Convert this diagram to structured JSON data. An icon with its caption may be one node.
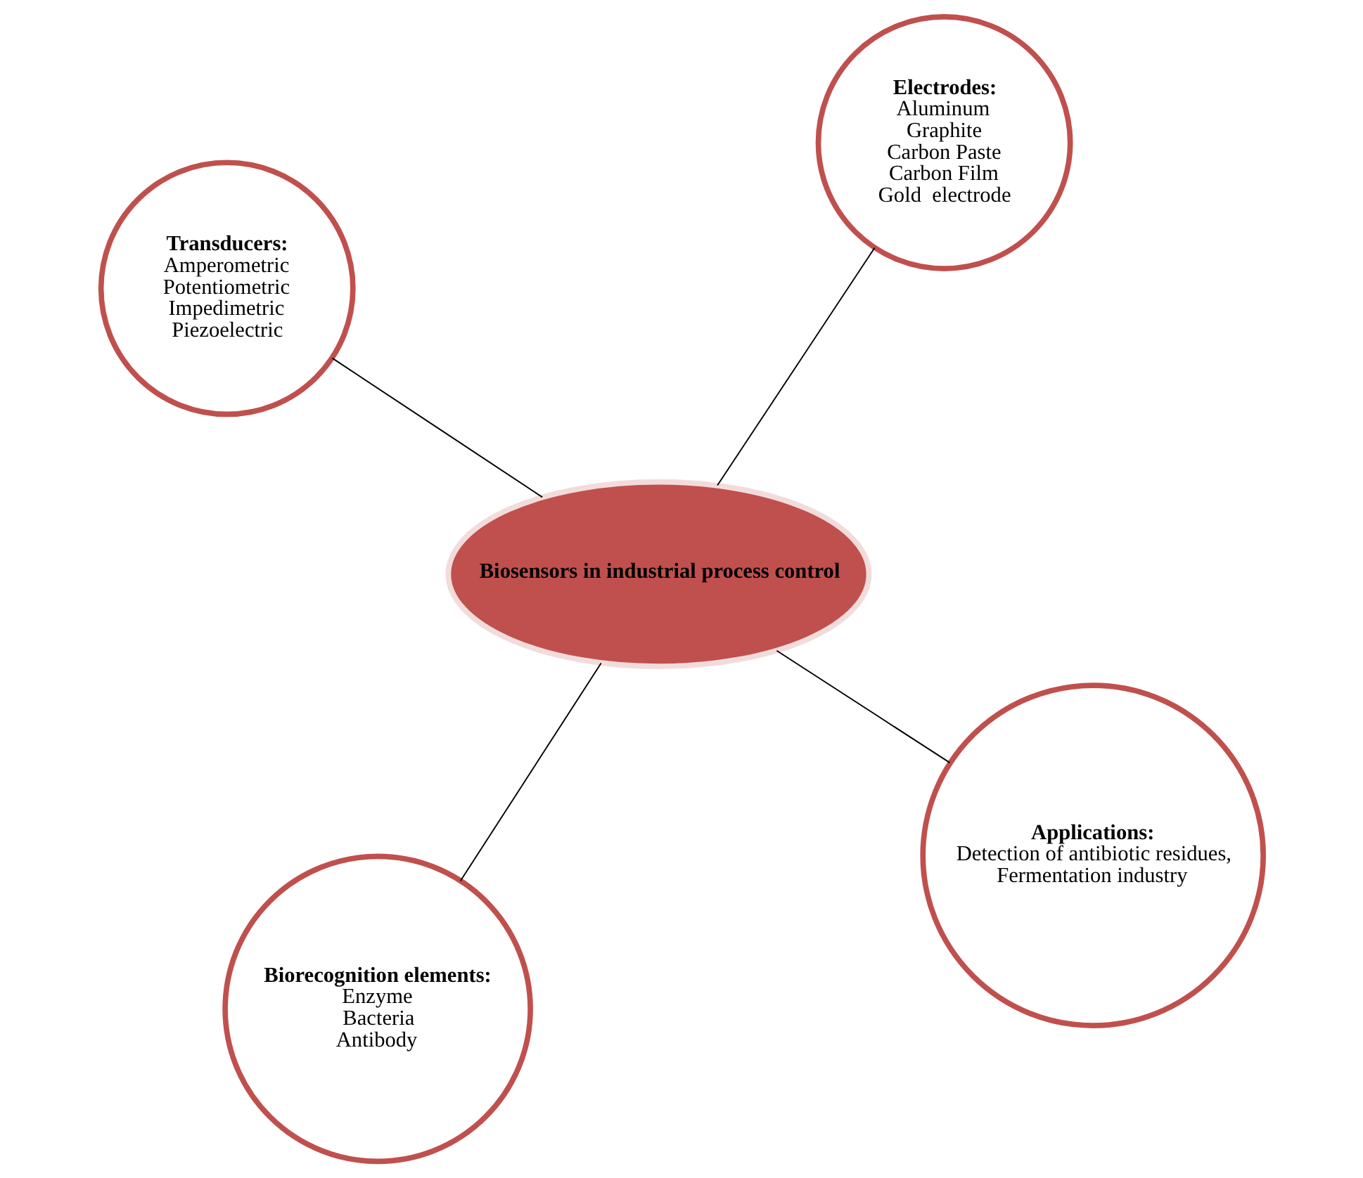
{
  "diagram": {
    "nodes": [
      {
        "text": [
          "Biosensors in industrial process control"
        ]
      },
      {
        "text": [
          "Applications:",
          "Detection of antibiotic residues,",
          "Fermentation industry"
        ]
      },
      {
        "text": [
          "Biorecognition elements:",
          "Enzyme",
          "Bacteria",
          "Antibody"
        ]
      },
      {
        "text": [
          "Transducers:",
          "Amperometric",
          "Potentiometric",
          "Impedimetric",
          "Piezoelectric"
        ]
      },
      {
        "text": [
          "Electrodes:",
          "Aluminum",
          "Graphite",
          "Carbon Paste",
          "Carbon Film",
          "Gold  electrode"
        ]
      }
    ],
    "edges": [
      {
        "from": 0,
        "to": 1,
        "arrow": "none"
      },
      {
        "from": 0,
        "to": 2,
        "arrow": "none"
      },
      {
        "from": 0,
        "to": 3,
        "arrow": "none"
      },
      {
        "from": 0,
        "to": 4,
        "arrow": "none"
      }
    ]
  }
}
